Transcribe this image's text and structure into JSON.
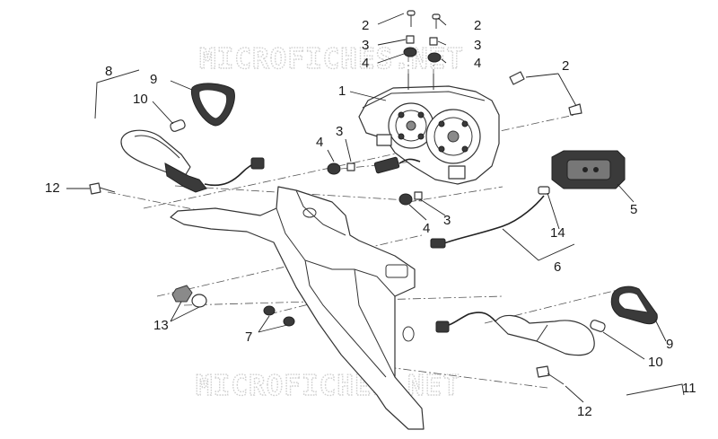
{
  "watermark": {
    "top": "MICROFICHES.NET",
    "bottom": "MICROFICHES.NET"
  },
  "callouts": [
    {
      "id": "c2a",
      "text": "2"
    },
    {
      "id": "c2b",
      "text": "2"
    },
    {
      "id": "c3a",
      "text": "3"
    },
    {
      "id": "c3b",
      "text": "3"
    },
    {
      "id": "c4a",
      "text": "4"
    },
    {
      "id": "c4b",
      "text": "4"
    },
    {
      "id": "c2c",
      "text": "2"
    },
    {
      "id": "c8",
      "text": "8"
    },
    {
      "id": "c9a",
      "text": "9"
    },
    {
      "id": "c10a",
      "text": "10"
    },
    {
      "id": "c1",
      "text": "1"
    },
    {
      "id": "c4c",
      "text": "4"
    },
    {
      "id": "c3c",
      "text": "3"
    },
    {
      "id": "c12a",
      "text": "12"
    },
    {
      "id": "c5",
      "text": "5"
    },
    {
      "id": "c4d",
      "text": "4"
    },
    {
      "id": "c3d",
      "text": "3"
    },
    {
      "id": "c14",
      "text": "14"
    },
    {
      "id": "c6",
      "text": "6"
    },
    {
      "id": "c13",
      "text": "13"
    },
    {
      "id": "c7",
      "text": "7"
    },
    {
      "id": "c9b",
      "text": "9"
    },
    {
      "id": "c10b",
      "text": "10"
    },
    {
      "id": "c11",
      "text": "11"
    },
    {
      "id": "c12b",
      "text": "12"
    }
  ]
}
